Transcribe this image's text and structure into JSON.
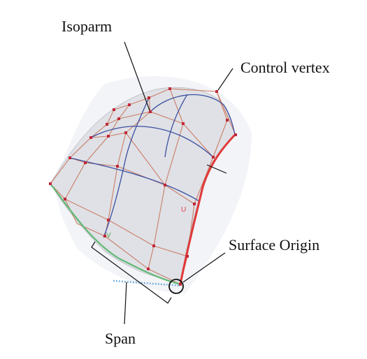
{
  "labels": {
    "isoparm": "Isoparm",
    "control_vertex": "Control vertex",
    "surface_origin": "Surface Origin",
    "span": "Span"
  },
  "axis_glyphs": {
    "u": "U",
    "v": "V"
  },
  "colors": {
    "surface_fill": "#dfe1e6",
    "control_cage": "#c9735a",
    "control_vertex": "#c0283a",
    "isoparm_curve": "#3c4fa0",
    "u_edge": "#e03a3a",
    "v_edge": "#63b978",
    "u_direction_axis": "#7ab3e0"
  }
}
